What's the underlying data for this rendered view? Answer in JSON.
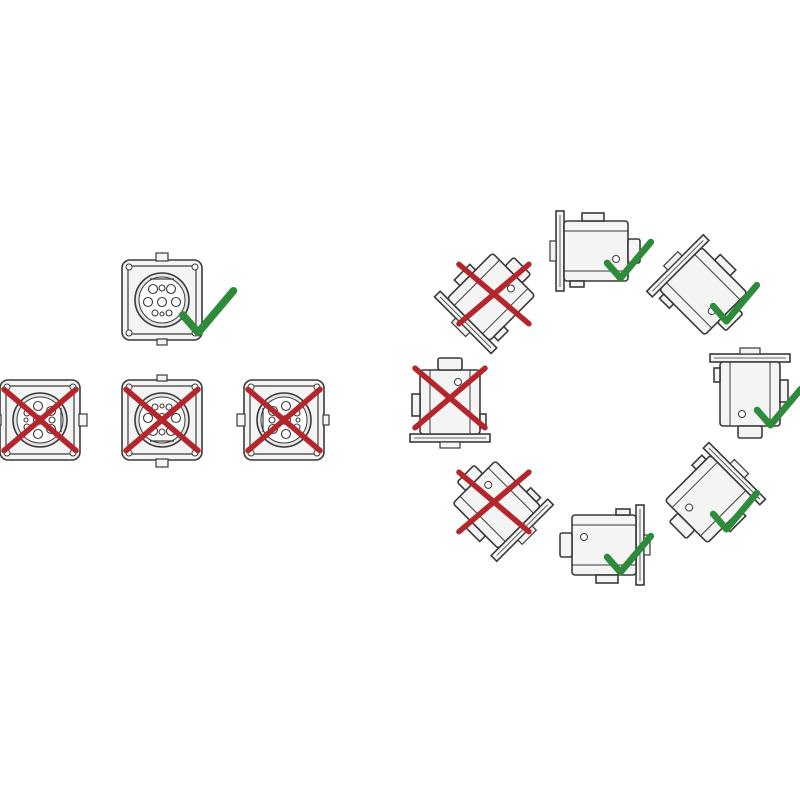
{
  "colors": {
    "line": "#3a3a3a",
    "body_fill": "#f4f4f4",
    "inner_fill": "#e6e6e6",
    "ok_mark": "#2e8b3a",
    "wrong_mark": "#b3262b"
  },
  "icons": {
    "correct": "check-mark-icon",
    "incorrect": "cross-mark-icon"
  },
  "front_view": {
    "correct": {
      "rotation_deg": 0,
      "verdict": "correct"
    },
    "incorrect": [
      {
        "rotation_deg": 90,
        "verdict": "incorrect"
      },
      {
        "rotation_deg": 180,
        "verdict": "incorrect"
      },
      {
        "rotation_deg": 270,
        "verdict": "incorrect"
      }
    ]
  },
  "side_view": [
    {
      "rotation_deg": 0,
      "verdict": "correct"
    },
    {
      "rotation_deg": 45,
      "verdict": "correct"
    },
    {
      "rotation_deg": 90,
      "verdict": "correct"
    },
    {
      "rotation_deg": 135,
      "verdict": "correct"
    },
    {
      "rotation_deg": 180,
      "verdict": "correct"
    },
    {
      "rotation_deg": -135,
      "verdict": "incorrect"
    },
    {
      "rotation_deg": -90,
      "verdict": "incorrect"
    },
    {
      "rotation_deg": -45,
      "verdict": "incorrect"
    }
  ]
}
